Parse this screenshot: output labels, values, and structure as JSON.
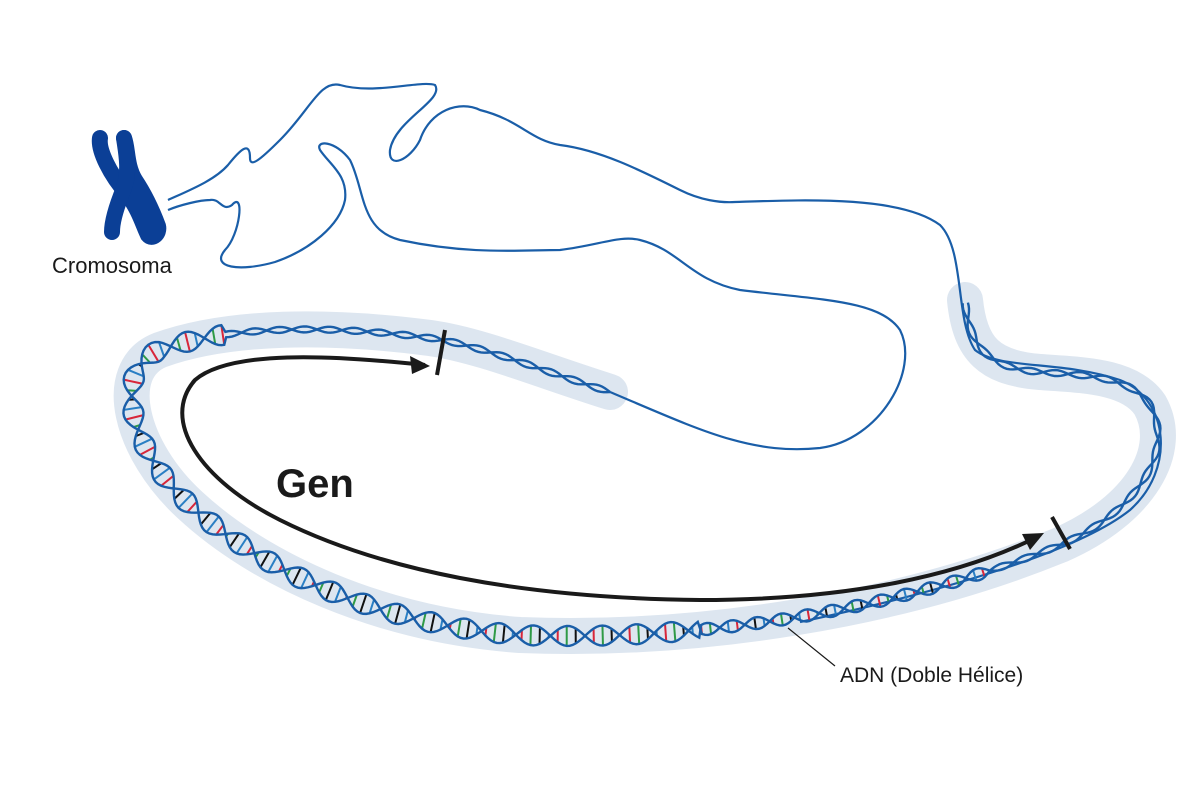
{
  "labels": {
    "chromosome": "Cromosoma",
    "gene": "Gen",
    "dna": "ADN (Doble Hélice)"
  },
  "colors": {
    "chromosome": "#0b3f96",
    "fiber": "#1a5ea8",
    "band": "#dde6f0",
    "arrow": "#1a1a1a",
    "base_red": "#d8263a",
    "base_green": "#2e9a46",
    "base_black": "#111111",
    "base_blue": "#2a7fc4"
  }
}
